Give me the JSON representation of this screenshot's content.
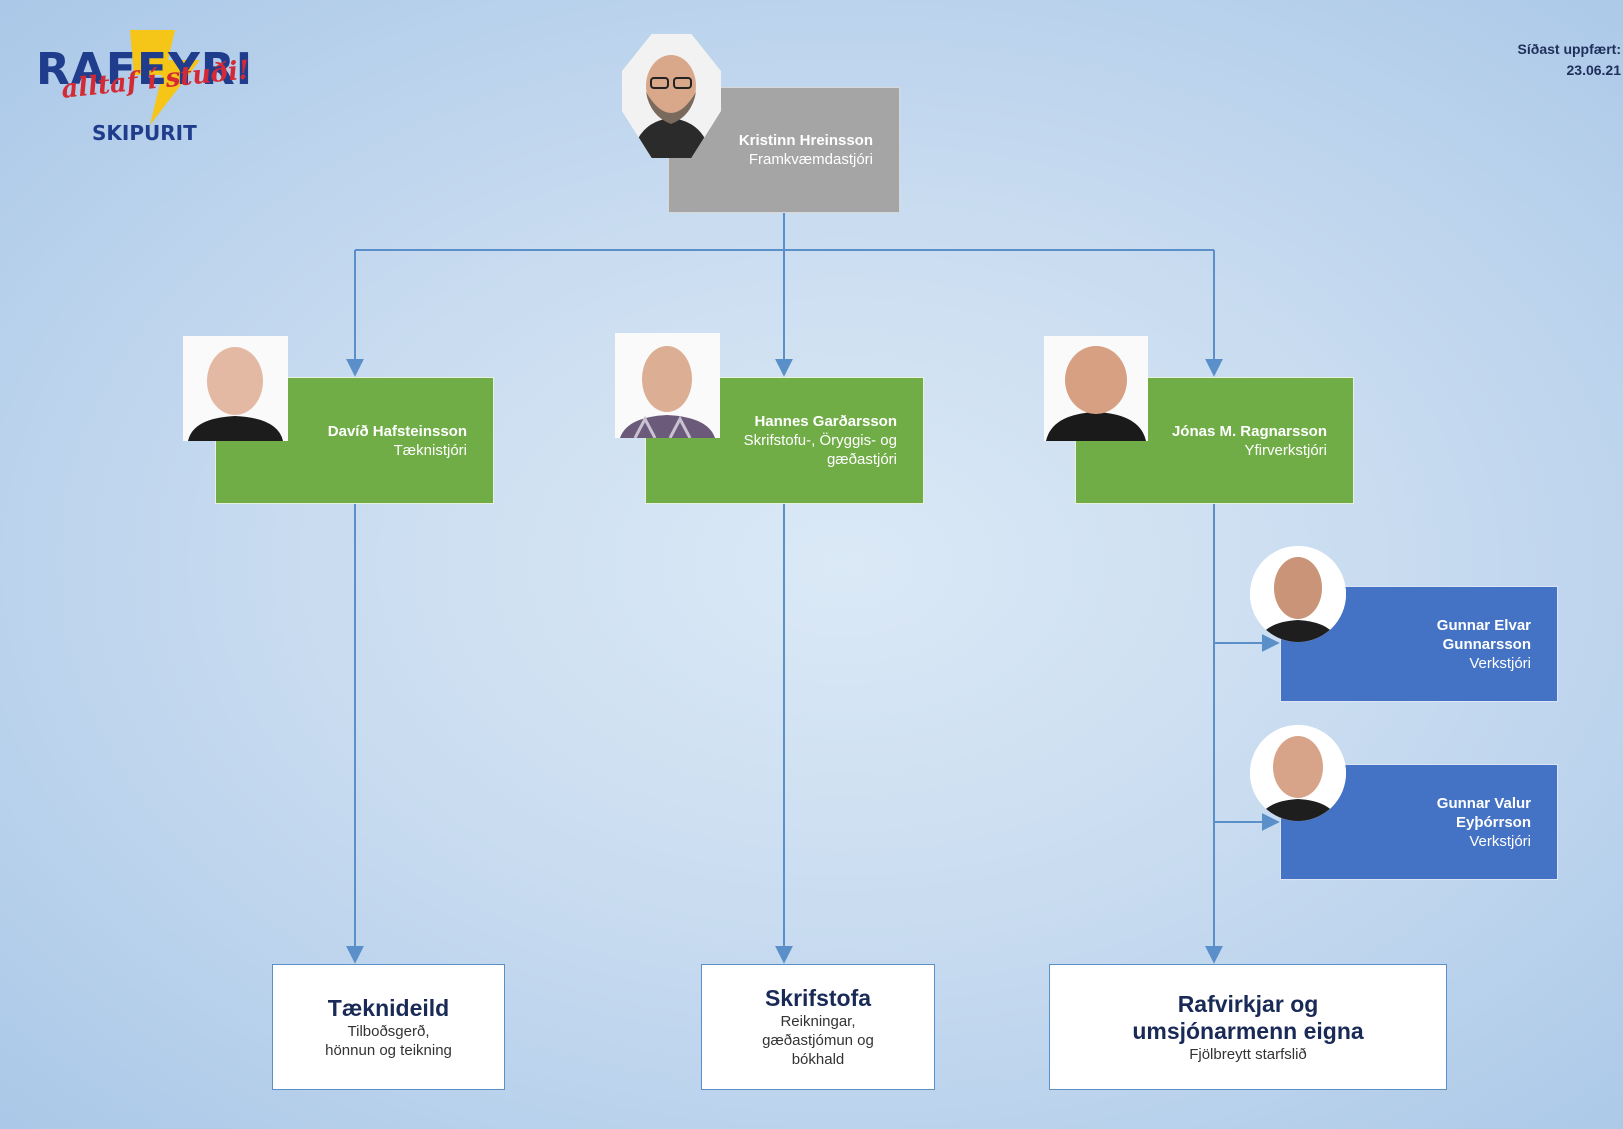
{
  "logo": {
    "wordmark": "RAFEYRI",
    "slogan": "alltaf í stuði!",
    "subtitle": "SKIPURIT",
    "colors": {
      "wordmark": "#1f3d8c",
      "bolt": "#f5c518",
      "slogan": "#d42a35"
    }
  },
  "updated": {
    "label": "Síðast uppfært:",
    "date": "23.06.21"
  },
  "ceo": {
    "name": "Kristinn Hreinsson",
    "title": "Framkvæmdastjóri",
    "photo_icon": "person-photo"
  },
  "managers": [
    {
      "name": "Davíð Hafsteinsson",
      "title": "Tæknistjóri",
      "photo_icon": "person-photo"
    },
    {
      "name": "Hannes Garðarsson",
      "title_line1": "Skrifstofu-, Öryggis- og",
      "title_line2": "gæðastjóri",
      "photo_icon": "person-photo"
    },
    {
      "name": "Jónas M. Ragnarsson",
      "title": "Yfirverkstjóri",
      "photo_icon": "person-photo"
    }
  ],
  "foremen": [
    {
      "name_line1": "Gunnar Elvar",
      "name_line2": "Gunnarsson",
      "title": "Verkstjóri",
      "photo_icon": "person-photo"
    },
    {
      "name_line1": "Gunnar Valur",
      "name_line2": "Eyþórrson",
      "title": "Verkstjóri",
      "photo_icon": "person-photo"
    }
  ],
  "departments": [
    {
      "title": "Tæknideild",
      "desc_line1": "Tilboðsgerð,",
      "desc_line2": "hönnun og teikning"
    },
    {
      "title": "Skrifstofa",
      "desc_line1": "Reikningar,",
      "desc_line2": "gæðastjómun og",
      "desc_line3": "bókhald"
    },
    {
      "title_line1": "Rafvirkjar og",
      "title_line2": "umsjónarmenn eigna",
      "desc": "Fjölbreytt starfslið"
    }
  ],
  "colors": {
    "ceo_box": "#a5a5a5",
    "manager_box": "#70ad47",
    "foreman_box": "#4472c4",
    "connector": "#5b8fc9"
  }
}
